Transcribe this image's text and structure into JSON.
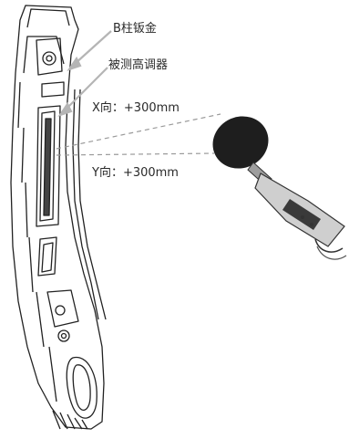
{
  "labels": {
    "b_pillar": "B柱钣金",
    "tweeter": "被测高调器",
    "x_offset": "X向：+300mm",
    "y_offset": "Y向：+300mm"
  },
  "colors": {
    "line": "#222222",
    "arrow": "#b5b5b5",
    "dash": "#9a9a9a",
    "foam": "#1e1e1e",
    "meter_body": "#cfcfcf"
  },
  "icons": {
    "microphone": "sound-level-meter-icon",
    "pillar": "b-pillar-drawing"
  }
}
